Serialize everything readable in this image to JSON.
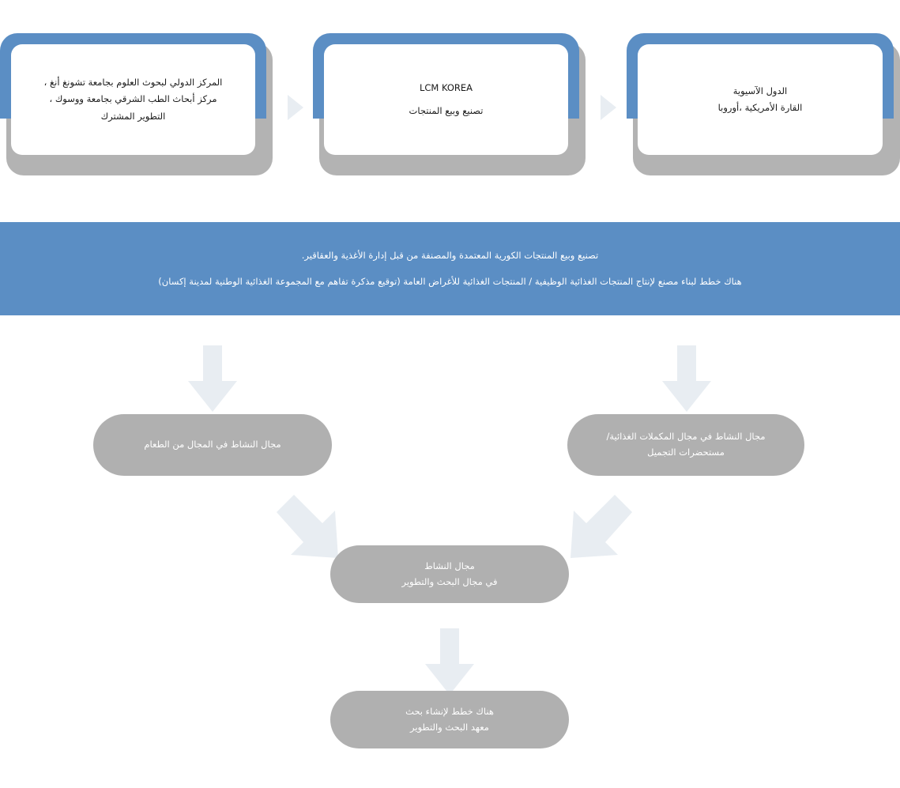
{
  "diagram": {
    "title": "LCM Korea business structure flow diagram",
    "colors": {
      "banner_blue": "#5b8ec4",
      "card_frame_blue": "#5b8ec4",
      "card_shadow_gray": "#b3b3b3",
      "pill_gray": "#b0b0b0",
      "arrow_light": "#e8edf2",
      "card_text": "#1a1a1a",
      "banner_text": "#ffffff",
      "pill_text": "#ffffff"
    },
    "top_cards": [
      {
        "id": "research-partners",
        "text": "المركز الدولي لبحوث العلوم بجامعة تشونغ أنغ ،\nمركز أبحاث الطب الشرقي بجامعة ووسوك ،\nالتطوير المشترك"
      },
      {
        "id": "lcm-korea",
        "title": "LCM KOREA",
        "text": "تصنيع وبيع المنتجات"
      },
      {
        "id": "markets",
        "text": "الدول الآسيوية\nالقارة الأمريكية ،أوروبا"
      }
    ],
    "connector_arrows": [
      {
        "id": "connector-1",
        "icon": "triangle-right-icon"
      },
      {
        "id": "connector-2",
        "icon": "triangle-right-icon"
      }
    ],
    "banner": {
      "line1": "تصنيع وبيع المنتجات الكورية المعتمدة والمصنفة من قبل إدارة الأغذية والعقاقير.",
      "line2": "هناك خطط لبناء مصنع لإنتاج المنتجات الغذائية الوظيفية / المنتجات الغذائية للأغراض العامة (توقيع مذكرة تفاهم مع المجموعة الغذائية الوطنية لمدينة إكسان)"
    },
    "pills": [
      {
        "id": "food-business",
        "text": "مجال النشاط في المجال من الطعام"
      },
      {
        "id": "supplement-cosmetics-business",
        "text": "مجال النشاط في مجال المكملات الغذائية/\nمستحضرات التجميل"
      },
      {
        "id": "rnd-business",
        "text": "مجال النشاط\nفي مجال البحث والتطوير"
      },
      {
        "id": "rnd-institute-plan",
        "text": "هناك خطط لإنشاء بحث\nمعهد البحث والتطوير"
      }
    ],
    "flow_arrows": [
      {
        "id": "arrow-down-left",
        "icon": "arrow-down-icon"
      },
      {
        "id": "arrow-down-right",
        "icon": "arrow-down-icon"
      },
      {
        "id": "arrow-diag-left",
        "icon": "arrow-down-right-icon"
      },
      {
        "id": "arrow-diag-right",
        "icon": "arrow-down-left-icon"
      },
      {
        "id": "arrow-down-middle",
        "icon": "arrow-down-icon"
      }
    ]
  }
}
